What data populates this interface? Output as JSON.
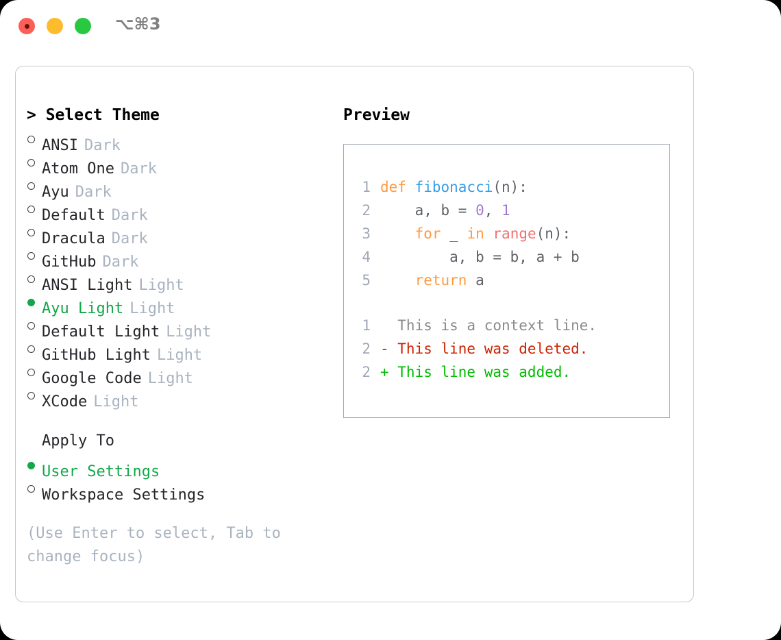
{
  "titlebar": {
    "shortcut": "⌥⌘3",
    "buttons": [
      {
        "name": "close",
        "color": "#fb5f57"
      },
      {
        "name": "minimize",
        "color": "#fdbc2e"
      },
      {
        "name": "zoom",
        "color": "#28c840"
      }
    ]
  },
  "theme_picker": {
    "header": "> Select Theme",
    "items": [
      {
        "name": "ANSI",
        "tag": "Dark",
        "selected": false
      },
      {
        "name": "Atom One",
        "tag": "Dark",
        "selected": false
      },
      {
        "name": "Ayu",
        "tag": "Dark",
        "selected": false
      },
      {
        "name": "Default",
        "tag": "Dark",
        "selected": false
      },
      {
        "name": "Dracula",
        "tag": "Dark",
        "selected": false
      },
      {
        "name": "GitHub",
        "tag": "Dark",
        "selected": false
      },
      {
        "name": "ANSI Light",
        "tag": "Light",
        "selected": false
      },
      {
        "name": "Ayu Light",
        "tag": "Light",
        "selected": true
      },
      {
        "name": "Default Light",
        "tag": "Light",
        "selected": false
      },
      {
        "name": "GitHub Light",
        "tag": "Light",
        "selected": false
      },
      {
        "name": "Google Code",
        "tag": "Light",
        "selected": false
      },
      {
        "name": "XCode",
        "tag": "Light",
        "selected": false
      }
    ]
  },
  "apply_to": {
    "title": "Apply To",
    "options": [
      {
        "name": "User Settings",
        "selected": true
      },
      {
        "name": "Workspace Settings",
        "selected": false
      }
    ]
  },
  "hint": "(Use Enter to select, Tab to change focus)",
  "preview": {
    "title": "Preview",
    "code_lines": [
      {
        "number": "1",
        "tokens": [
          {
            "text": "def ",
            "kind": "kw"
          },
          {
            "text": "fibonacci",
            "kind": "fn"
          },
          {
            "text": "(n):",
            "kind": "punc"
          }
        ]
      },
      {
        "number": "2",
        "tokens": [
          {
            "text": "    a, b = ",
            "kind": "txt"
          },
          {
            "text": "0",
            "kind": "num"
          },
          {
            "text": ", ",
            "kind": "txt"
          },
          {
            "text": "1",
            "kind": "num"
          }
        ]
      },
      {
        "number": "3",
        "tokens": [
          {
            "text": "    ",
            "kind": "txt"
          },
          {
            "text": "for",
            "kind": "kw"
          },
          {
            "text": " _ ",
            "kind": "txt"
          },
          {
            "text": "in",
            "kind": "kw"
          },
          {
            "text": " ",
            "kind": "txt"
          },
          {
            "text": "range",
            "kind": "blt"
          },
          {
            "text": "(n):",
            "kind": "punc"
          }
        ]
      },
      {
        "number": "4",
        "tokens": [
          {
            "text": "        a, b = b, a + b",
            "kind": "txt"
          }
        ]
      },
      {
        "number": "5",
        "tokens": [
          {
            "text": "    ",
            "kind": "txt"
          },
          {
            "text": "return",
            "kind": "kw"
          },
          {
            "text": " a",
            "kind": "txt"
          }
        ]
      }
    ],
    "diff_lines": [
      {
        "number": "1",
        "marker": " ",
        "text": " This is a context line.",
        "kind": "ctx"
      },
      {
        "number": "2",
        "marker": "-",
        "text": " This line was deleted.",
        "kind": "del"
      },
      {
        "number": "2",
        "marker": "+",
        "text": " This line was added.",
        "kind": "add"
      }
    ]
  },
  "colors": {
    "accent_selected": "#12a84a",
    "muted_text": "#a9b3c0",
    "panel_border": "#c3c8cf",
    "preview_border": "#a0a8b7",
    "syntax_keyword": "#ff9940",
    "syntax_function": "#399ee6",
    "syntax_builtin": "#f07171",
    "syntax_number": "#a37acc",
    "syntax_text": "#5c6166",
    "diff_context": "#8a8a8a",
    "diff_deleted": "#cc2200",
    "diff_added": "#00bb00"
  }
}
